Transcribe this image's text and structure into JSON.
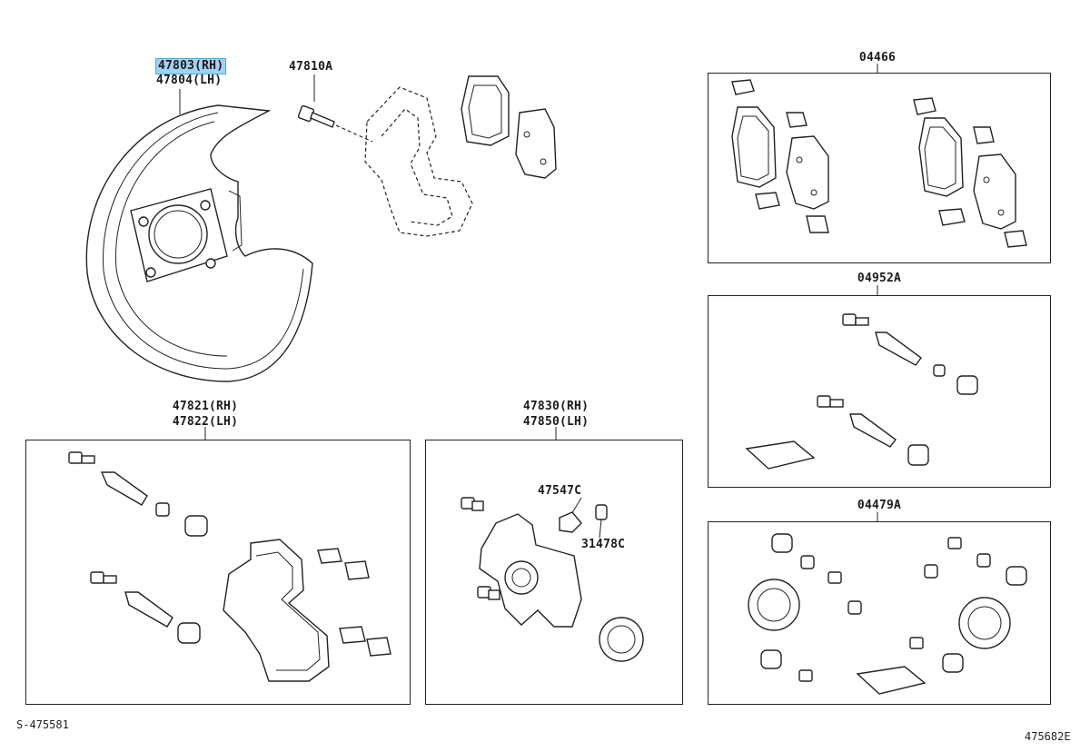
{
  "labels": {
    "backing_plate_rh": "47803(RH)",
    "backing_plate_lh": "47804(LH)",
    "bolt": "47810A",
    "pad_kit": "04466",
    "slide_pin_kit": "04952A",
    "mount_rh": "47821(RH)",
    "mount_lh": "47822(LH)",
    "caliper_rh": "47830(RH)",
    "caliper_lh": "47850(LH)",
    "bleeder_plug": "47547C",
    "bleeder_cap": "31478C",
    "seal_kit": "04479A"
  },
  "refs": {
    "left_code": "S-475581",
    "right_code": "475682E"
  }
}
